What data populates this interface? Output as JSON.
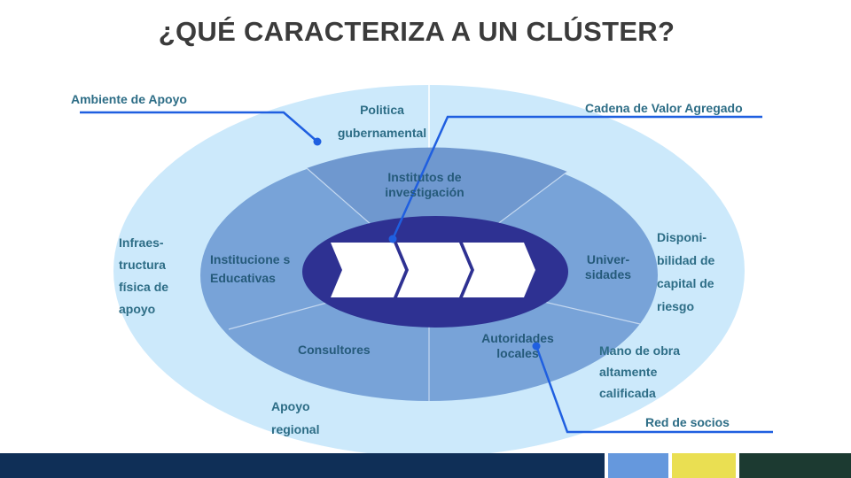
{
  "slide": {
    "title": "¿QUÉ CARACTERIZA A UN CLÚSTER?"
  },
  "outer_ring": {
    "politica": "Politica gubernamental",
    "infraestructura": "Infraes- tructura física de apoyo",
    "disponibilidad": "Disponi- bilidad de capital de riesgo",
    "mano_de_obra": "Mano de obra altamente calificada",
    "apoyo_regional": "Apoyo regional"
  },
  "middle_ring": {
    "institutos": "Institutos de investigación",
    "instituciones": "Institucione s Educativas",
    "universidades": "Univer- sidades",
    "consultores": "Consultores",
    "autoridades": "Autoridades locales"
  },
  "callouts": {
    "ambiente": "Ambiente de Apoyo",
    "cadena": "Cadena de Valor Agregado",
    "red": "Red de socios"
  },
  "colors": {
    "outer_ring": "#cce9fb",
    "middle_ring": "#78a3d8",
    "inner_ellipse": "#2e3192",
    "chevron": "#ffffff",
    "callout_line": "#1f5fe0",
    "footer_navy": "#0f2f57",
    "footer_blue": "#6598dd",
    "footer_yellow": "#eadf52",
    "footer_green": "#1c3a31"
  }
}
